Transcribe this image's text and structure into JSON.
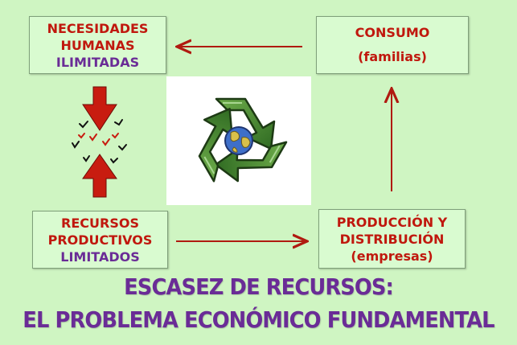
{
  "boxes": {
    "necesidades": {
      "line1": "NECESIDADES",
      "line2": "HUMANAS",
      "line3": "ILIMITADAS"
    },
    "consumo": {
      "line1": "CONSUMO",
      "line2": "(familias)"
    },
    "recursos": {
      "line1": "RECURSOS",
      "line2": "PRODUCTIVOS",
      "line3": "LIMITADOS"
    },
    "produccion": {
      "line1": "PRODUCCIÓN Y",
      "line2": "DISTRIBUCIÓN",
      "line3": "(empresas)"
    }
  },
  "title": {
    "line1": "ESCASEZ DE RECURSOS:",
    "line2": "EL PROBLEMA ECONÓMICO FUNDAMENTAL"
  },
  "colors": {
    "background": "#cff5c2",
    "box_fill": "#d9fbd0",
    "red_text": "#c0180e",
    "purple_text": "#6a2c96",
    "arrow": "#b01a10",
    "recycle_green": "#3f7a2b"
  },
  "icons": [
    "recycle-icon",
    "globe-icon",
    "squeeze-arrows-icon"
  ]
}
